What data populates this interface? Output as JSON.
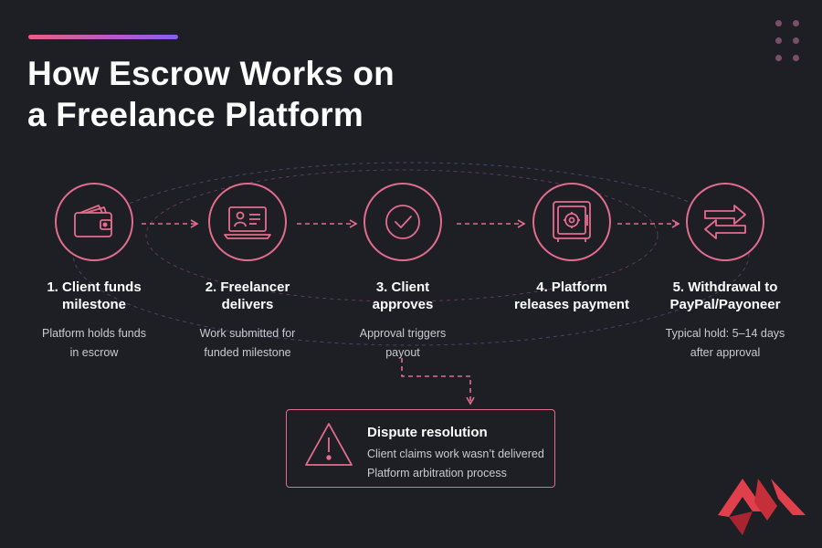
{
  "title": {
    "line1": "How Escrow Works on",
    "line2": "a Freelance Platform"
  },
  "steps": [
    {
      "title_line1": "1. Client funds",
      "title_line2": "milestone",
      "desc_line1": "Platform holds funds",
      "desc_line2": "in escrow",
      "icon": "wallet-icon"
    },
    {
      "title_line1": "2. Freelancer",
      "title_line2": "delivers",
      "desc_line1": "Work submitted for",
      "desc_line2": "funded milestone",
      "icon": "laptop-profile-icon"
    },
    {
      "title_line1": "3. Client",
      "title_line2": "approves",
      "desc_line1": "Approval triggers",
      "desc_line2": "payout",
      "icon": "checkmark-icon"
    },
    {
      "title_line1": "4. Platform",
      "title_line2": "releases payment",
      "desc_line1": "",
      "desc_line2": "",
      "icon": "safe-icon"
    },
    {
      "title_line1": "5. Withdrawal to",
      "title_line2": "PayPal/Payoneer",
      "desc_line1": "Typical hold: 5–14 days",
      "desc_line2": "after approval",
      "icon": "transfer-arrows-icon"
    }
  ],
  "dispute": {
    "title": "Dispute resolution",
    "line1": "Client claims work wasn’t delivered",
    "line2": "Platform arbitration process",
    "icon": "warning-icon"
  },
  "colors": {
    "background": "#1d1f24",
    "accent": "#e46c8d",
    "accent_gradient_end": "#8a5cf6",
    "logo_red": "#e0404c"
  }
}
